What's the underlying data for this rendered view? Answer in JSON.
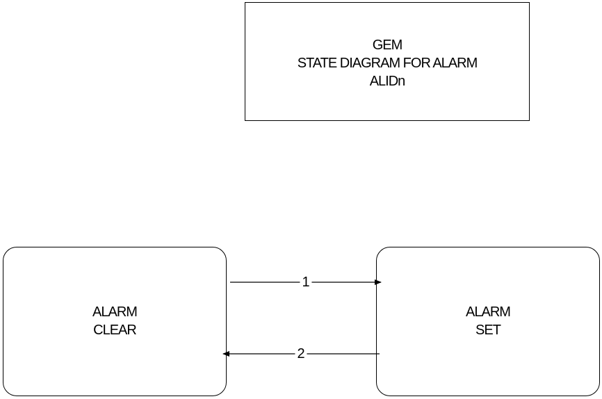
{
  "title_box": {
    "lines": [
      "GEM",
      "STATE DIAGRAM FOR ALARM",
      "ALIDn"
    ]
  },
  "states": {
    "clear": {
      "lines": [
        "ALARM",
        "CLEAR"
      ]
    },
    "set": {
      "lines": [
        "ALARM",
        "SET"
      ]
    }
  },
  "transitions": [
    {
      "label": "1",
      "from": "ALARM CLEAR",
      "to": "ALARM SET"
    },
    {
      "label": "2",
      "from": "ALARM SET",
      "to": "ALARM CLEAR"
    }
  ],
  "colors": {
    "line": "#000000",
    "background": "#ffffff"
  }
}
